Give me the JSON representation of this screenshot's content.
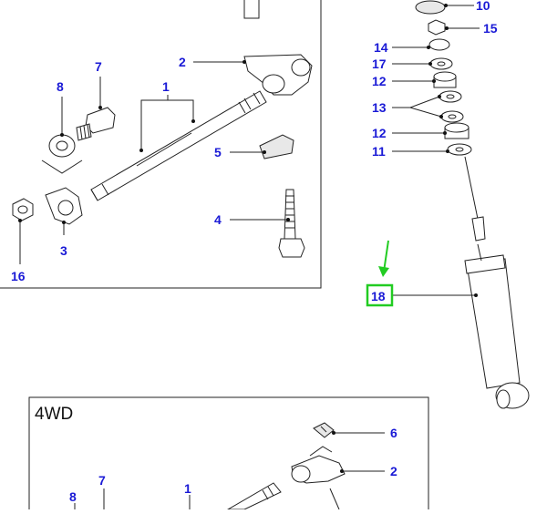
{
  "diagram": {
    "section_label": "4WD",
    "highlight_color": "#22cc22",
    "callout_color": "#1a1ad6",
    "upper_callouts": {
      "c1": "1",
      "c2": "2",
      "c3": "3",
      "c4": "4",
      "c5": "5",
      "c7": "7",
      "c8": "8",
      "c16": "16"
    },
    "shock_callouts": {
      "c10": "10",
      "c15": "15",
      "c14": "14",
      "c17": "17",
      "c12a": "12",
      "c13": "13",
      "c12b": "12",
      "c11": "11",
      "c18": "18"
    },
    "lower_callouts": {
      "c6": "6",
      "c2": "2",
      "c7": "7",
      "c8": "8",
      "c1": "1"
    }
  }
}
